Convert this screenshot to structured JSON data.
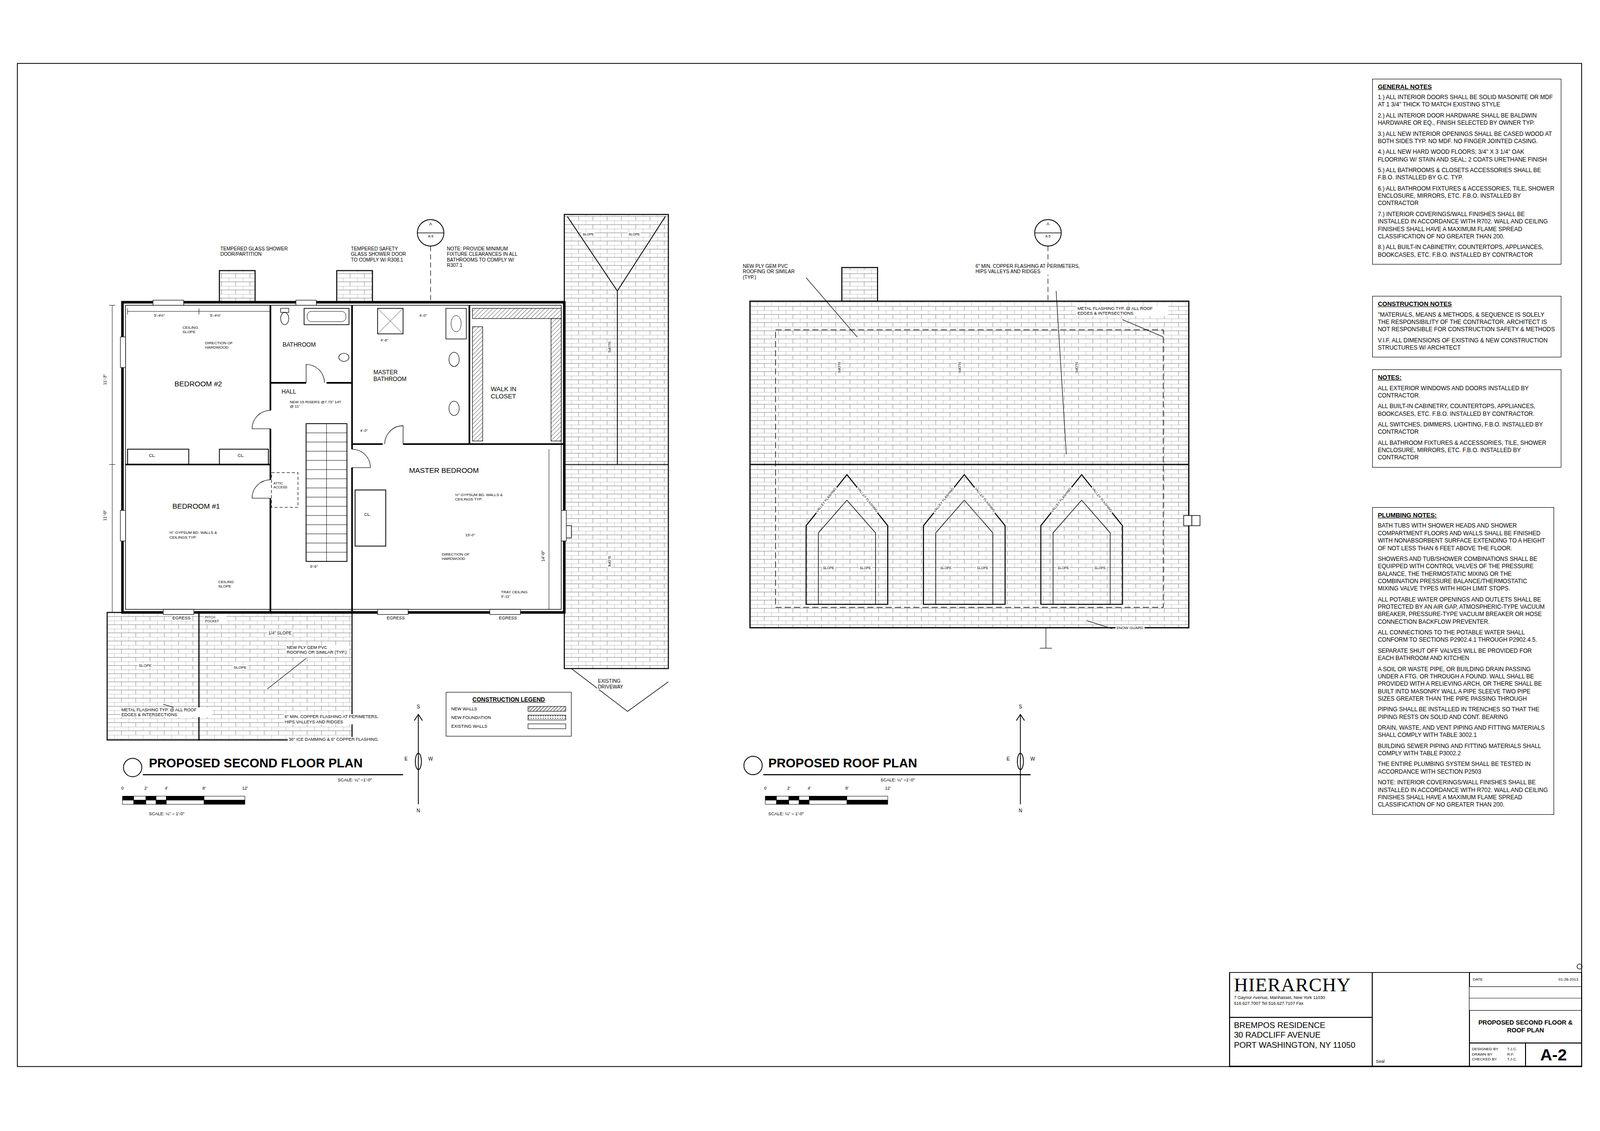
{
  "diagram": {
    "nodes": [
      {
        "text": [
          "GENERAL NOTES",
          "1.) ALL INTERIOR DOORS SHALL BE SOLID MASONITE OR MDF AT 1 3/4\" THICK TO MATCH EXISTING STYLE",
          "2.) ALL INTERIOR DOOR HARDWARE SHALL BE BALDWIN HARDWARE OR EQ., FINISH SELECTED BY OWNER TYP.",
          "3.) ALL NEW INTERIOR OPENINGS SHALL BE CASED WOOD AT BOTH SIDES TYP. NO MDF. NO FINGER JOINTED CASING.",
          "4.) ALL NEW HARD WOOD FLOORS; 3/4\" X 3 1/4\" OAK FLOORING W/ STAIN AND SEAL; 2 COATS URETHANE FINISH",
          "5.) ALL BATHROOMS & CLOSETS ACCESSORIES SHALL BE F.B.O. INSTALLED BY G.C. TYP.",
          "6.) ALL BATHROOM FIXTURES & ACCESSORIES, TILE, SHOWER ENCLOSURE, MIRRORS, ETC. F.B.O. INSTALLED BY CONTRACTOR",
          "7.) INTERIOR COVERINGS/WALL FINISHES SHALL BE INSTALLED IN ACCORDANCE WITH R702. WALL AND CEILING FINISHES SHALL HAVE A MAXIMUM FLAME SPREAD CLASSIFICATION OF NO GREATER THAN 200.",
          "8.) ALL BUILT-IN CABINETRY, COUNTERTOPS, APPLIANCES, BOOKCASES, ETC. F.B.O. INSTALLED BY CONTRACTOR"
        ]
      },
      {
        "text": [
          "CONSTRUCTION NOTES",
          "\"MATERIALS, MEANS & METHODS, & SEQUENCE IS SOLELY THE RESPONSIBILITY OF THE CONTRACTOR. ARCHITECT IS NOT RESPONSIBLE FOR CONSTRUCTION SAFETY & METHODS",
          "V.I.F. ALL DIMENSIONS OF EXISTING & NEW CONSTRUCTION STRUCTURES W/ ARCHITECT"
        ]
      },
      {
        "text": [
          "NOTES:",
          "ALL EXTERIOR WINDOWS AND DOORS INSTALLED BY CONTRACTOR.",
          "ALL BUILT-IN CABINETRY, COUNTERTOPS, APPLIANCES, BOOKCASES, ETC. F.B.O. INSTALLED BY CONTRACTOR.",
          "ALL SWITCHES, DIMMERS, LIGHTING, F.B.O. INSTALLED BY CONTRACTOR",
          "ALL BATHROOM FIXTURES & ACCESSORIES, TILE, SHOWER ENCLOSURE, MIRRORS, ETC. F.B.O. INSTALLED BY CONTRACTOR"
        ]
      },
      {
        "text": [
          "PLUMBING NOTES:",
          "BATH TUBS WITH SHOWER HEADS AND SHOWER COMPARTMENT FLOORS AND WALLS SHALL BE FINISHED WITH NONABSORBENT SURFACE EXTENDING TO A HEIGHT OF NOT LESS THAN 6 FEET ABOVE THE FLOOR.",
          "SHOWERS AND TUB/SHOWER COMBINATIONS SHALL BE EQUIPPED WITH CONTROL VALVES OF THE PRESSURE BALANCE, THE THERMOSTATIC MIXING OR THE COMBINATION PRESSURE BALANCE/THERMOSTATIC MIXING VALVE TYPES WITH HIGH LIMIT STOPS.",
          "ALL POTABLE WATER OPENINGS AND OUTLETS SHALL BE PROTECTED BY AN AIR GAP, ATMOSPHERIC-TYPE VACUUM BREAKER, PRESSURE-TYPE VACUUM BREAKER OR HOSE CONNECTION BACKFLOW PREVENTER.",
          "ALL CONNECTIONS TO THE POTABLE WATER SHALL CONFORM TO SECTIONS P2902.4.1 THROUGH P2902.4.5.",
          "SEPARATE SHUT OFF VALVES WILL BE PROVIDED FOR EACH BATHROOM AND KITCHEN",
          "A SOIL OR WASTE PIPE, OR BUILDING DRAIN PASSING UNDER A FTG. OR THROUGH A FOUND. WALL SHALL BE PROVIDED WITH A RELIEVING ARCH, OR THERE SHALL BE BUILT INTO MASONRY WALL A PIPE SLEEVE TWO PIPE SIZES GREATER THAN THE PIPE PASSING THROUGH",
          "PIPING SHALL BE INSTALLED IN TRENCHES SO THAT THE PIPING RESTS ON SOLID AND CONT. BEARING",
          "DRAIN, WASTE, AND VENT PIPING AND FITTING MATERIALS SHALL COMPLY WITH TABLE 3002.1",
          "BUILDING SEWER PIPING AND FITTING MATERIALS SHALL COMPLY WITH TABLE P3002.2",
          "THE ENTIRE PLUMBING SYSTEM SHALL BE TESTED IN ACCORDANCE WITH SECTION P2503",
          "NOTE: INTERIOR COVERINGS/WALL FINISHES SHALL BE INSTALLED IN ACCORDANCE WITH R702. WALL AND CEILING FINISHES SHALL HAVE A MAXIMUM FLAME SPREAD CLASSIFICATION OF NO GREATER THAN 200."
        ]
      },
      {
        "text": [
          "CONSTRUCTION LEGEND"
        ]
      },
      {
        "text": [
          "HIERARCHY",
          "7 Gaynor Avenue, Manhasset, New York 11030",
          "516.627.7007 Tel 516.627.7107 Fax"
        ]
      },
      {
        "text": [
          "BREMPOS RESIDENCE",
          "30 RADCLIFF AVENUE",
          "PORT WASHINGTON, NY 11050"
        ]
      },
      {
        "text": [
          "Seal"
        ]
      },
      {
        "text": [
          "DATE",
          "01-28-2013"
        ]
      },
      {
        "text": [
          "PROPOSED SECOND FLOOR & ROOF PLAN"
        ]
      },
      {
        "text": [
          "DESIGNED BY",
          "T.J.C.",
          "DRAWN BY",
          "R.F.",
          "CHECKED BY",
          "T.J.C."
        ]
      },
      {
        "text": [
          "A-2"
        ]
      }
    ],
    "labels": [
      "TEMPERED GLASS SHOWER DOOR/PARTITION",
      "TEMPERED SAFETY GLASS SHOWER DOOR TO COMPLY W/ R308.1",
      "NOTE: PROVIDE MINIMUM FIXTURE CLEARANCES IN ALL BATHROOMS TO COMPLY W/ R307.1",
      "BEDROOM #2",
      "BATHROOM",
      "HALL",
      "NEW 15 RISERS @7.75\" 14T @ 11\"",
      "MASTER BATHROOM",
      "WALK IN CLOSET",
      "DIRECTION OF HARDWOOD",
      "CEILING SLOPE",
      "BEDROOM #1",
      "MASTER BEDROOM",
      "CL.",
      "CL.",
      "CL.",
      "ATTIC ACCESS",
      "½\" GYPSUM BD. WALLS & CEILINGS TYP.",
      "½\" GYPSUM BD. WALLS & CEILINGS TYP.",
      "CEILING SLOPE",
      "DIRECTION OF HARDWOOD",
      "TRAY CEILING 9'-11\"",
      "EGRESS",
      "EGRESS",
      "EGRESS",
      "11'-3\"",
      "11'-0\"",
      "5'-4½\"",
      "5'-4½\"",
      "4'-0\"",
      "4'-0\"",
      "14'-0\"",
      "15'-0\"",
      "6'-6\"",
      "4'-6\"",
      "1/4\" SLOPE",
      "NEW PLY GEM PVC ROOFING OR SIMILAR (TYP.)",
      "METAL FLASHING TYP. @ ALL ROOF EDGES & INTERSECTIONS",
      "6\" MIN. COPPER FLASHING AT PERIMETERS, HIPS VALLEYS AND RIDGES",
      "36\" ICE DAMMING & 6\" COPPER FLASHING.",
      "SLOPE",
      "SLOPE",
      "PITCH POCKET",
      "EXISTING DRIVEWAY",
      "SLOPE",
      "SLOPE",
      "SLOPE",
      "SLOPE",
      "PROPOSED SECOND FLOOR PLAN",
      "SCALE: ¼\" =1'-0\"",
      "0",
      "2'",
      "4'",
      "8'",
      "12'",
      "SCALE: ¼\" = 1'-0\"",
      "S",
      "E",
      "W",
      "N",
      "A",
      "A-5",
      "NEW PLY GEM PVC ROOFING OR SIMILAR (TYP.)",
      "6\" MIN. COPPER FLASHING AT PERIMETERS, HIPS VALLEYS AND RIDGES",
      "METAL FLASHING TYP. @ ALL ROOF EDGES & INTERSECTIONS",
      "SLOPE",
      "SLOPE",
      "SLOPE",
      "VALLEY FLASHING",
      "VALLEY FLASHING",
      "VALLEY FLASHING",
      "VALLEY FLASHING",
      "VALLEY FLASHING",
      "VALLEY FLASHING",
      "SLOPE",
      "SLOPE",
      "SLOPE",
      "SLOPE",
      "SLOPE",
      "SLOPE",
      "SNOW GUARD",
      "PROPOSED ROOF PLAN",
      "SCALE: ¼\" =1'-0\"",
      "0",
      "2'",
      "4'",
      "8'",
      "12'",
      "SCALE: ¼\" = 1'-0\"",
      "S",
      "E",
      "W",
      "N",
      "A",
      "A-5"
    ],
    "legend": [
      {
        "text": "NEW WALLS"
      },
      {
        "text": "NEW FOUNDATION"
      },
      {
        "text": "EXISTING WALLS"
      }
    ]
  }
}
